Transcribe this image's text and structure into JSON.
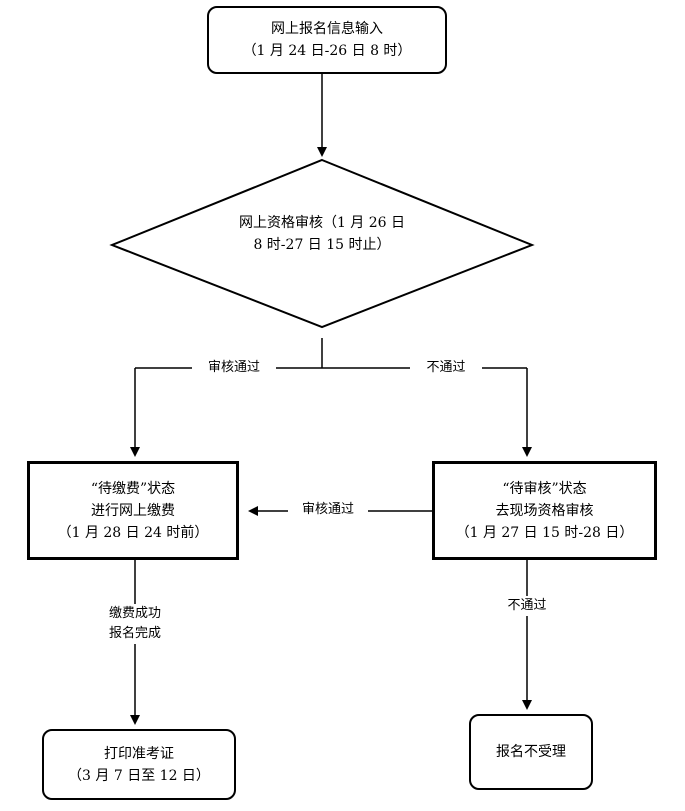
{
  "nodes": {
    "input": {
      "line1": "网上报名信息输入",
      "line2": "（1 月 24 日-26 日 8 时）"
    },
    "review": {
      "line1": "网上资格审核（1 月 26 日",
      "line2": "8 时-27 日 15 时止）"
    },
    "pay": {
      "line1": "“待缴费”状态",
      "line2": "进行网上缴费",
      "line3": "（1 月 28 日 24 时前）"
    },
    "pending": {
      "line1": "“待审核”状态",
      "line2": "去现场资格审核",
      "line3": "（1 月 27 日 15 时-28 日）"
    },
    "print": {
      "line1": "打印准考证",
      "line2": "（3 月 7 日至 12 日）"
    },
    "reject": {
      "line1": "报名不受理"
    }
  },
  "edges": {
    "pass_left": "审核通过",
    "fail_right": "不通过",
    "pass_onsite": "审核通过",
    "paid_line1": "缴费成功",
    "paid_line2": "报名完成",
    "fail_onsite": "不通过"
  }
}
